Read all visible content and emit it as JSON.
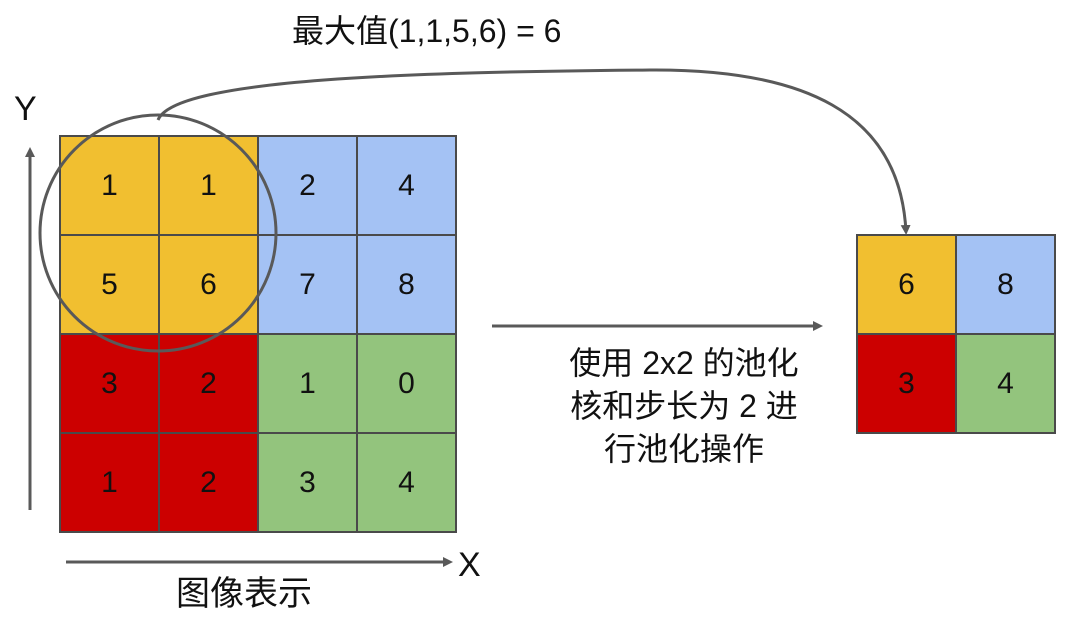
{
  "title": "最大值(1,1,5,6) = 6",
  "axis": {
    "y": "Y",
    "x": "X"
  },
  "image_caption": "图像表示",
  "description_lines": [
    "使用 2x2 的池化",
    "核和步长为 2 进",
    "行池化操作"
  ],
  "colors": {
    "yellow": "#f1bf30",
    "blue": "#a4c2f4",
    "red": "#cc0000",
    "green": "#93c47d",
    "grid_line": "#4a4a4a",
    "arrow": "#595959"
  },
  "input_matrix": [
    [
      {
        "value": "1",
        "color": "yellow"
      },
      {
        "value": "1",
        "color": "yellow"
      },
      {
        "value": "2",
        "color": "blue"
      },
      {
        "value": "4",
        "color": "blue"
      }
    ],
    [
      {
        "value": "5",
        "color": "yellow"
      },
      {
        "value": "6",
        "color": "yellow"
      },
      {
        "value": "7",
        "color": "blue"
      },
      {
        "value": "8",
        "color": "blue"
      }
    ],
    [
      {
        "value": "3",
        "color": "red"
      },
      {
        "value": "2",
        "color": "red"
      },
      {
        "value": "1",
        "color": "green"
      },
      {
        "value": "0",
        "color": "green"
      }
    ],
    [
      {
        "value": "1",
        "color": "red"
      },
      {
        "value": "2",
        "color": "red"
      },
      {
        "value": "3",
        "color": "green"
      },
      {
        "value": "4",
        "color": "green"
      }
    ]
  ],
  "output_matrix": [
    [
      {
        "value": "6",
        "color": "yellow"
      },
      {
        "value": "8",
        "color": "blue"
      }
    ],
    [
      {
        "value": "3",
        "color": "red"
      },
      {
        "value": "4",
        "color": "green"
      }
    ]
  ]
}
